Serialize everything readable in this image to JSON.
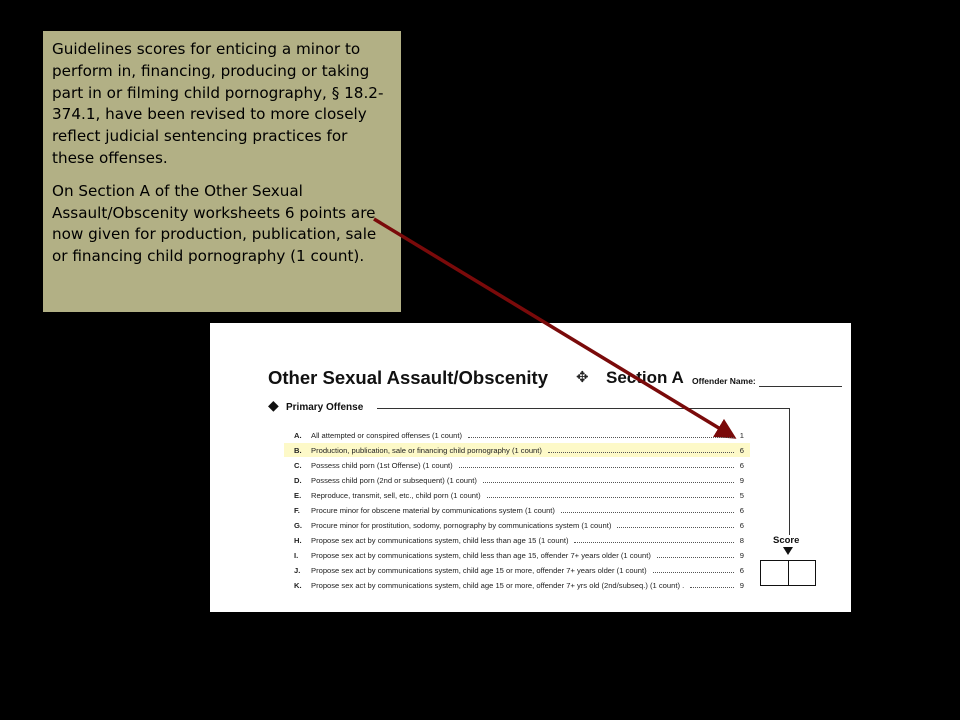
{
  "callout": {
    "paragraph1": "Guidelines scores for enticing a minor to perform in, financing, producing or taking part in or filming child pornography, § 18.2-374.1, have been revised to more closely reflect judicial sentencing practices for these offenses.",
    "paragraph2": "On Section A of the Other Sexual Assault/Obscenity worksheets 6 points are now given for production, publication, sale or financing child pornography (1 count)."
  },
  "worksheet": {
    "title": "Other Sexual Assault/Obscenity",
    "section_icon": "cross-arrow-icon",
    "section_label": "Section A",
    "offender_label": "Offender Name:",
    "primary_icon": "diamond-icon",
    "primary_label": "Primary Offense",
    "score_label": "Score",
    "offenses": [
      {
        "letter": "A.",
        "desc": "All attempted or conspired offenses (1 count)",
        "points": "1",
        "highlight": false
      },
      {
        "letter": "B.",
        "desc": "Production, publication, sale or financing child pornography (1 count)",
        "points": "6",
        "highlight": true
      },
      {
        "letter": "C.",
        "desc": "Possess child porn (1st Offense) (1 count)",
        "points": "6",
        "highlight": false
      },
      {
        "letter": "D.",
        "desc": "Possess child porn (2nd or subsequent) (1 count)",
        "points": "9",
        "highlight": false
      },
      {
        "letter": "E.",
        "desc": "Reproduce, transmit, sell, etc., child porn (1 count)",
        "points": "5",
        "highlight": false
      },
      {
        "letter": "F.",
        "desc": "Procure minor for obscene material by communications system (1 count)",
        "points": "6",
        "highlight": false
      },
      {
        "letter": "G.",
        "desc": "Procure minor for prostitution, sodomy, pornography by communications system (1 count)",
        "points": "6",
        "highlight": false
      },
      {
        "letter": "H.",
        "desc": "Propose sex act by communications system, child less than age 15 (1 count)",
        "points": "8",
        "highlight": false
      },
      {
        "letter": "I.",
        "desc": "Propose sex act by communications system, child less than age 15, offender 7+ years older (1 count)",
        "points": "9",
        "highlight": false
      },
      {
        "letter": "J.",
        "desc": "Propose sex act by communications system, child age 15 or more, offender 7+ years older (1 count)",
        "points": "6",
        "highlight": false
      },
      {
        "letter": "K.",
        "desc": "Propose sex act by communications system, child age 15 or more, offender 7+ yrs old     (2nd/subseq.) (1 count) .",
        "points": "9",
        "highlight": false
      }
    ]
  },
  "colors": {
    "background": "#000000",
    "callout_bg": "#b2b085",
    "arrow": "#7a0a0a",
    "highlight": "#fdf9c8"
  }
}
